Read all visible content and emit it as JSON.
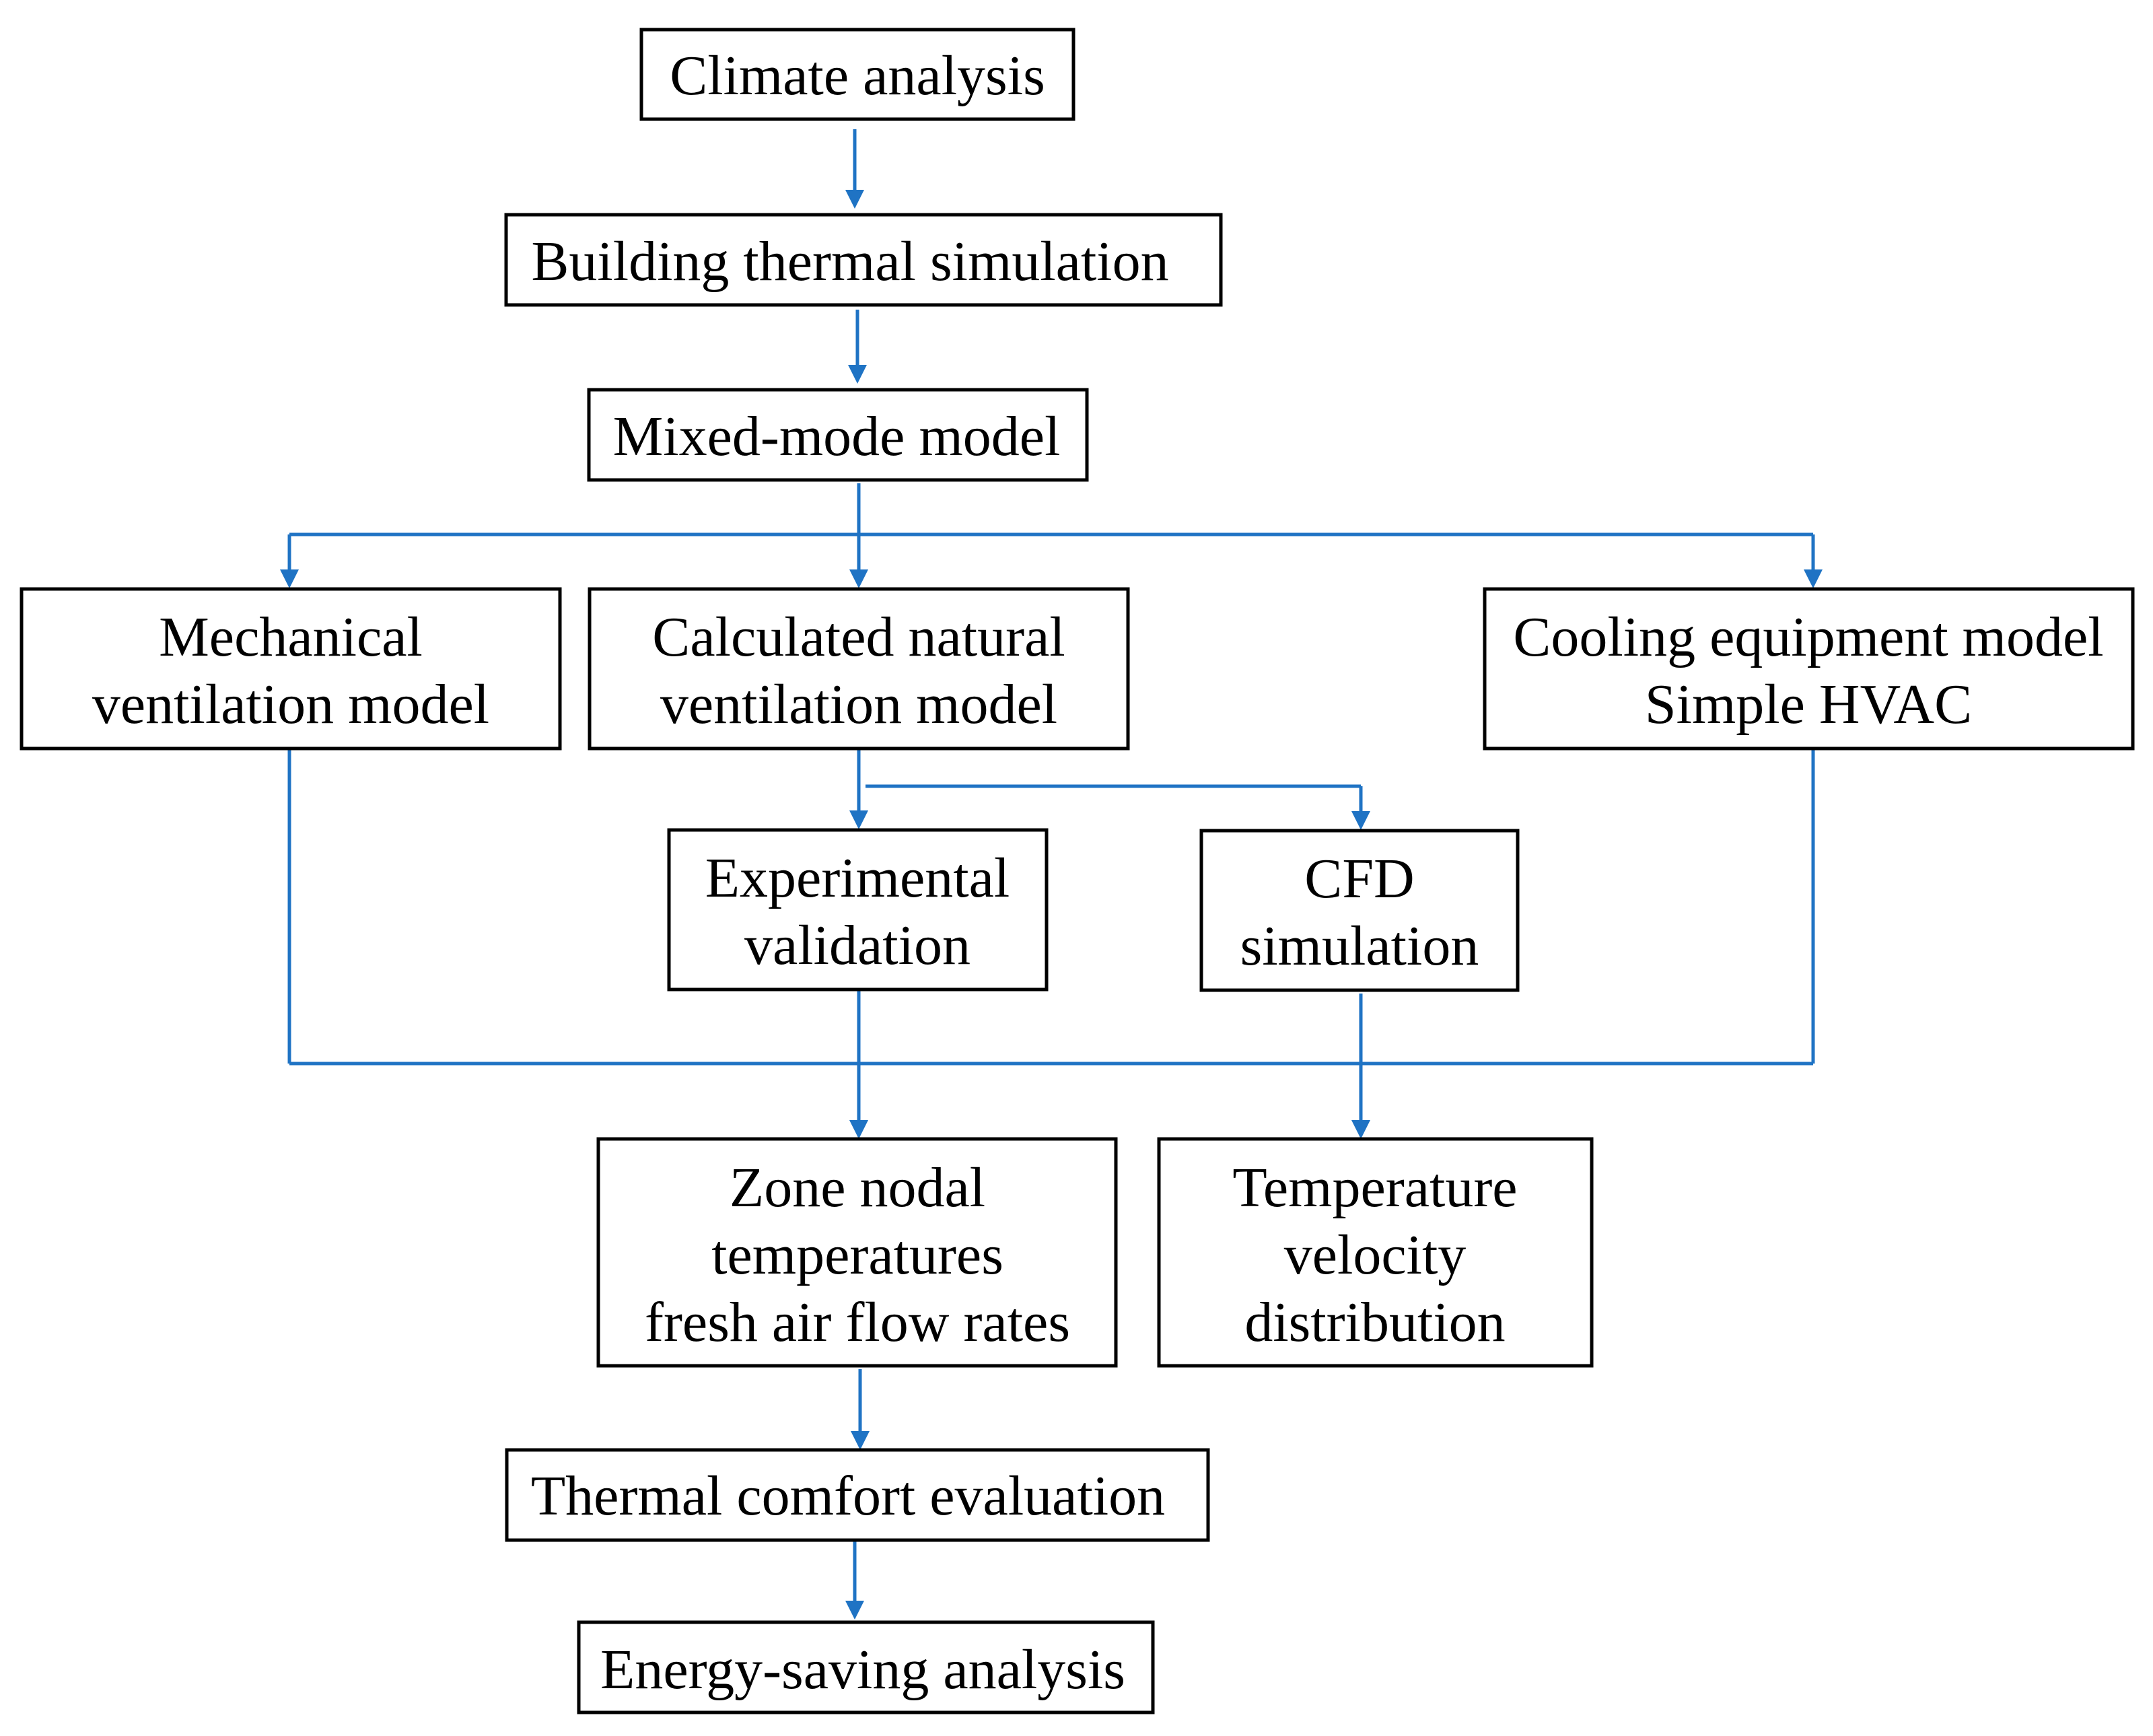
{
  "colors": {
    "arrow": "#1f73c4",
    "box_border": "#000000",
    "text": "#000000",
    "background": "#ffffff"
  },
  "nodes": {
    "climate_analysis": {
      "lines": [
        "Climate analysis"
      ]
    },
    "building_thermal_simulation": {
      "lines": [
        "Building thermal simulation"
      ]
    },
    "mixed_mode_model": {
      "lines": [
        "Mixed-mode model"
      ]
    },
    "mechanical_ventilation_model": {
      "lines": [
        "Mechanical",
        "ventilation model"
      ]
    },
    "calculated_natural_ventilation_model": {
      "lines": [
        "Calculated natural",
        "ventilation model"
      ]
    },
    "cooling_equipment_model": {
      "lines": [
        "Cooling equipment model",
        "Simple HVAC"
      ]
    },
    "experimental_validation": {
      "lines": [
        "Experimental",
        "validation"
      ]
    },
    "cfd_simulation": {
      "lines": [
        "CFD",
        "simulation"
      ]
    },
    "zone_nodal_temperatures": {
      "lines": [
        "Zone nodal",
        "temperatures",
        "fresh air flow rates"
      ]
    },
    "temperature_velocity_distribution": {
      "lines": [
        "Temperature",
        "velocity",
        "distribution"
      ]
    },
    "thermal_comfort_evaluation": {
      "lines": [
        "Thermal comfort evaluation"
      ]
    },
    "energy_saving_analysis": {
      "lines": [
        "Energy-saving analysis"
      ]
    }
  },
  "edges": [
    {
      "from": "climate_analysis",
      "to": "building_thermal_simulation"
    },
    {
      "from": "building_thermal_simulation",
      "to": "mixed_mode_model"
    },
    {
      "from": "mixed_mode_model",
      "to": "mechanical_ventilation_model"
    },
    {
      "from": "mixed_mode_model",
      "to": "calculated_natural_ventilation_model"
    },
    {
      "from": "mixed_mode_model",
      "to": "cooling_equipment_model"
    },
    {
      "from": "calculated_natural_ventilation_model",
      "to": "experimental_validation"
    },
    {
      "from": "calculated_natural_ventilation_model",
      "to": "cfd_simulation"
    },
    {
      "from": "mechanical_ventilation_model",
      "to": "zone_nodal_temperatures"
    },
    {
      "from": "experimental_validation",
      "to": "zone_nodal_temperatures"
    },
    {
      "from": "cooling_equipment_model",
      "to": "zone_nodal_temperatures"
    },
    {
      "from": "cfd_simulation",
      "to": "temperature_velocity_distribution"
    },
    {
      "from": "zone_nodal_temperatures",
      "to": "thermal_comfort_evaluation"
    },
    {
      "from": "thermal_comfort_evaluation",
      "to": "energy_saving_analysis"
    }
  ]
}
